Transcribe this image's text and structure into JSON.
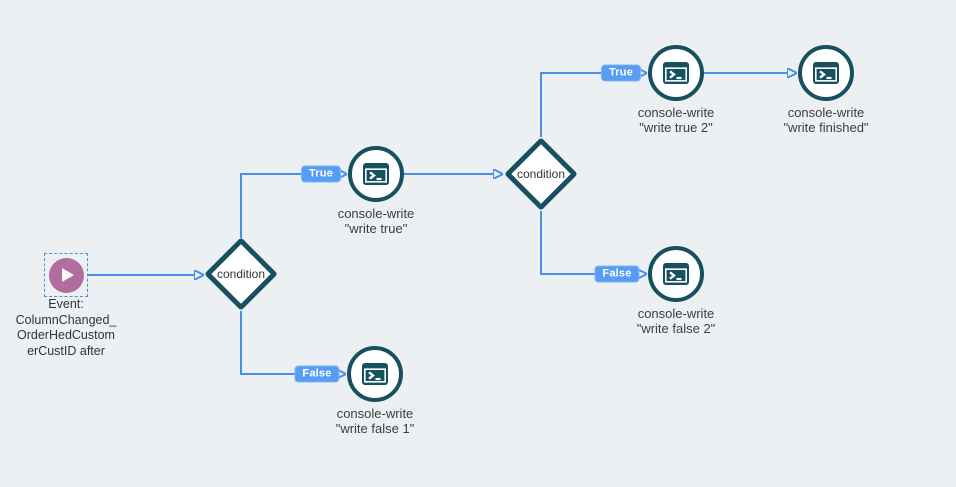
{
  "diagram": {
    "background_color": "#edf0f3",
    "colors": {
      "connector_blue": "#4a90e2",
      "badge_blue": "#579df3",
      "node_teal": "#17505f",
      "event_purple": "#b16d9e",
      "label_text": "#3d3d3d"
    },
    "nodes": {
      "event": {
        "type": "event",
        "icon": "play-icon",
        "label": "Event: ColumnChanged_OrderHedCustomerCustID after"
      },
      "condition1": {
        "type": "condition",
        "label": "condition"
      },
      "condition2": {
        "type": "condition",
        "label": "condition"
      },
      "write_true": {
        "type": "console-write",
        "icon": "terminal-icon",
        "title": "console-write",
        "subtitle": "\"write true\""
      },
      "write_true2": {
        "type": "console-write",
        "icon": "terminal-icon",
        "title": "console-write",
        "subtitle": "\"write true 2\""
      },
      "write_finished": {
        "type": "console-write",
        "icon": "terminal-icon",
        "title": "console-write",
        "subtitle": "\"write finished\""
      },
      "write_false2": {
        "type": "console-write",
        "icon": "terminal-icon",
        "title": "console-write",
        "subtitle": "\"write false 2\""
      },
      "write_false1": {
        "type": "console-write",
        "icon": "terminal-icon",
        "title": "console-write",
        "subtitle": "\"write false 1\""
      }
    },
    "edges": {
      "condition1_true": {
        "label": "True"
      },
      "condition1_false": {
        "label": "False"
      },
      "condition2_true": {
        "label": "True"
      },
      "condition2_false": {
        "label": "False"
      }
    }
  }
}
